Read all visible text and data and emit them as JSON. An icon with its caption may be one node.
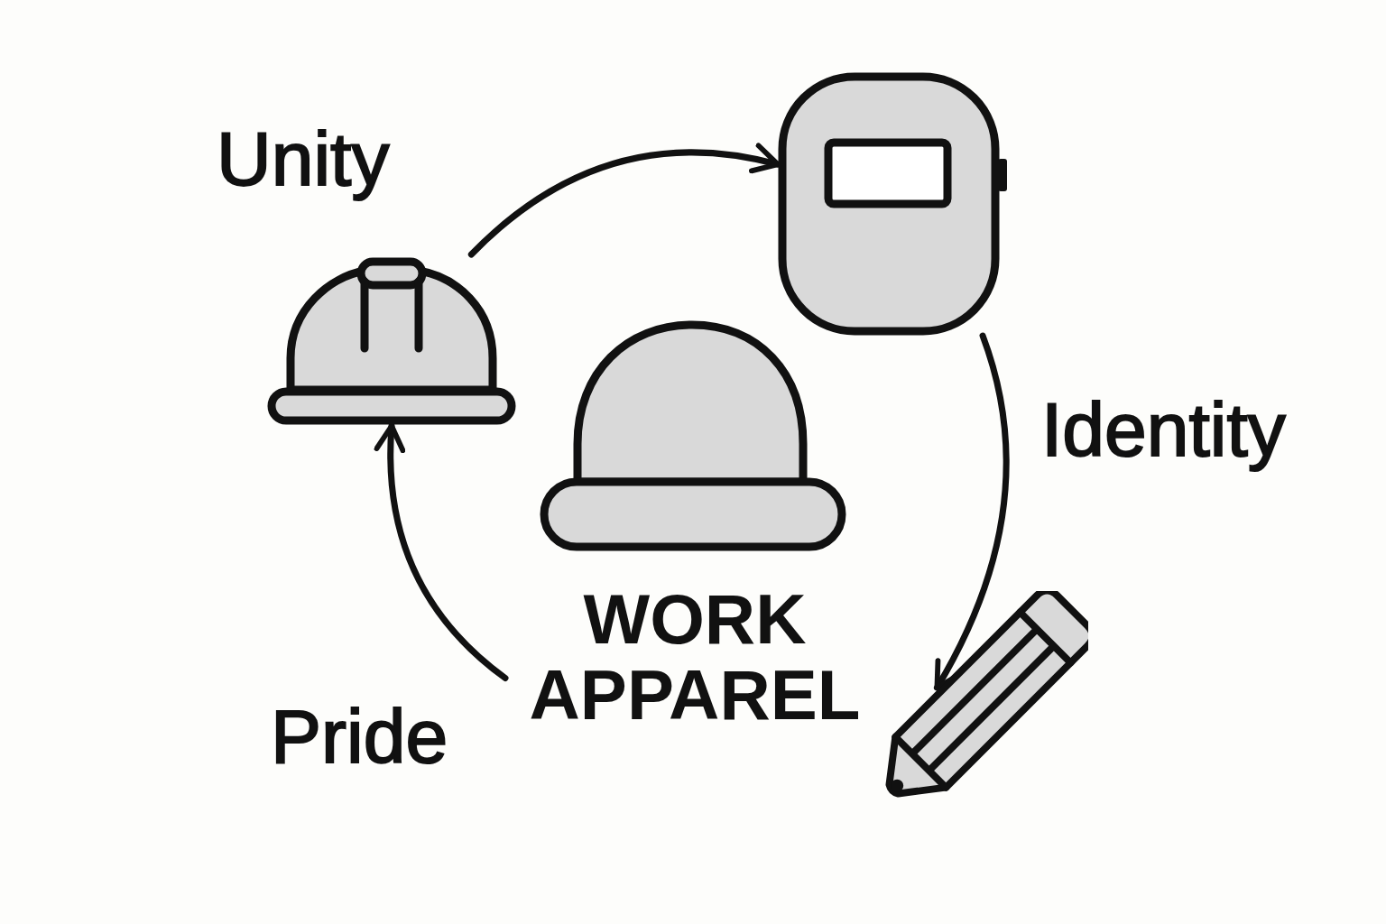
{
  "diagram": {
    "nodes": [
      {
        "text": [],
        "shape": "picture"
      },
      {
        "text": [],
        "shape": "picture"
      },
      {
        "text": [],
        "shape": "picture"
      },
      {
        "text": [
          "WORK APPAREL"
        ]
      }
    ],
    "edges": [
      {
        "from": 0,
        "to": 1,
        "arrow": "to",
        "label": "Unity"
      },
      {
        "from": 1,
        "to": 2,
        "arrow": "to",
        "label": "Identity"
      },
      {
        "from": 3,
        "to": 0,
        "arrow": "to",
        "label": "Pride"
      }
    ]
  }
}
